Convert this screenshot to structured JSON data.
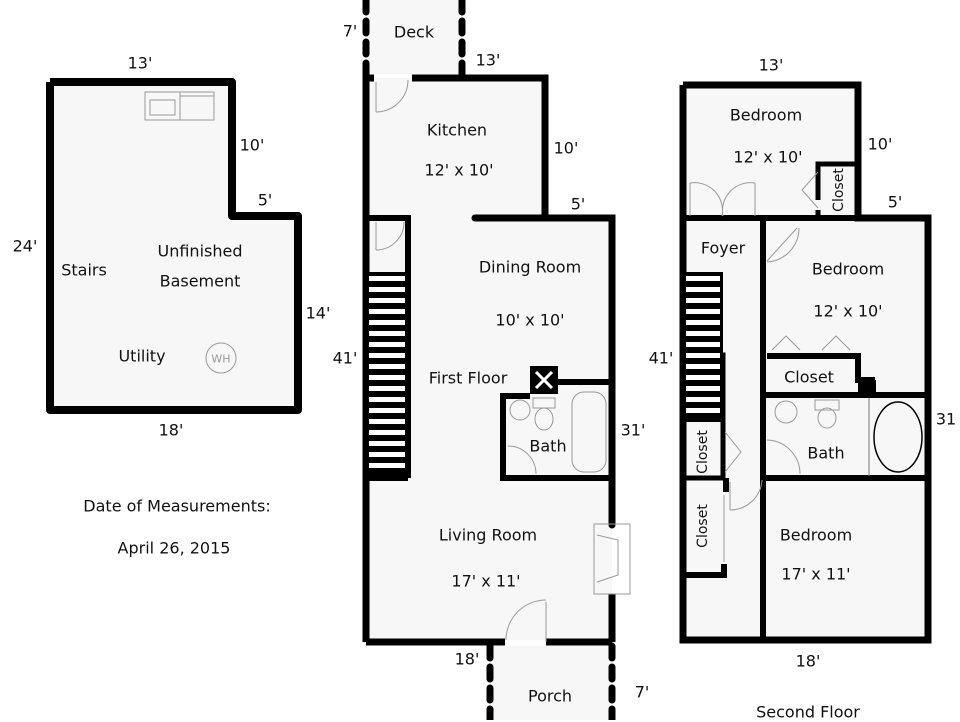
{
  "basement": {
    "labels": {
      "stairs": "Stairs",
      "unfinished": "Unfinished",
      "basement": "Basement",
      "utility": "Utility",
      "water_heater": "WH"
    },
    "dimensions": {
      "top": "13'",
      "right_upper": "10'",
      "step": "5'",
      "left": "24'",
      "right_lower": "14'",
      "bottom": "18'"
    }
  },
  "measurement_note": {
    "heading": "Date of Measurements:",
    "date": "April 26, 2015"
  },
  "first_floor": {
    "title": "First Floor",
    "rooms": {
      "deck": "Deck",
      "kitchen": "Kitchen",
      "kitchen_size": "12' x 10'",
      "dining": "Dining Room",
      "dining_size": "10' x 10'",
      "bath": "Bath",
      "living": "Living Room",
      "living_size": "17' x 11'",
      "porch": "Porch"
    },
    "dimensions": {
      "deck_depth": "7'",
      "top": "13'",
      "right_upper": "10'",
      "step": "5'",
      "left": "41'",
      "right_lower": "31'",
      "bottom": "18'",
      "porch_depth": "7'"
    }
  },
  "second_floor": {
    "title": "Second Floor",
    "rooms": {
      "bedroom1": "Bedroom",
      "bedroom1_size": "12' x 10'",
      "closet1": "Closet",
      "foyer": "Foyer",
      "bedroom2": "Bedroom",
      "bedroom2_size": "12' x 10'",
      "closet2": "Closet",
      "bath": "Bath",
      "closet3": "Closet",
      "closet4": "Closet",
      "bedroom3": "Bedroom",
      "bedroom3_size": "17' x 11'"
    },
    "dimensions": {
      "top": "13'",
      "right_upper": "10'",
      "step": "5'",
      "left": "41'",
      "right_lower": "31",
      "bottom": "18'"
    }
  }
}
